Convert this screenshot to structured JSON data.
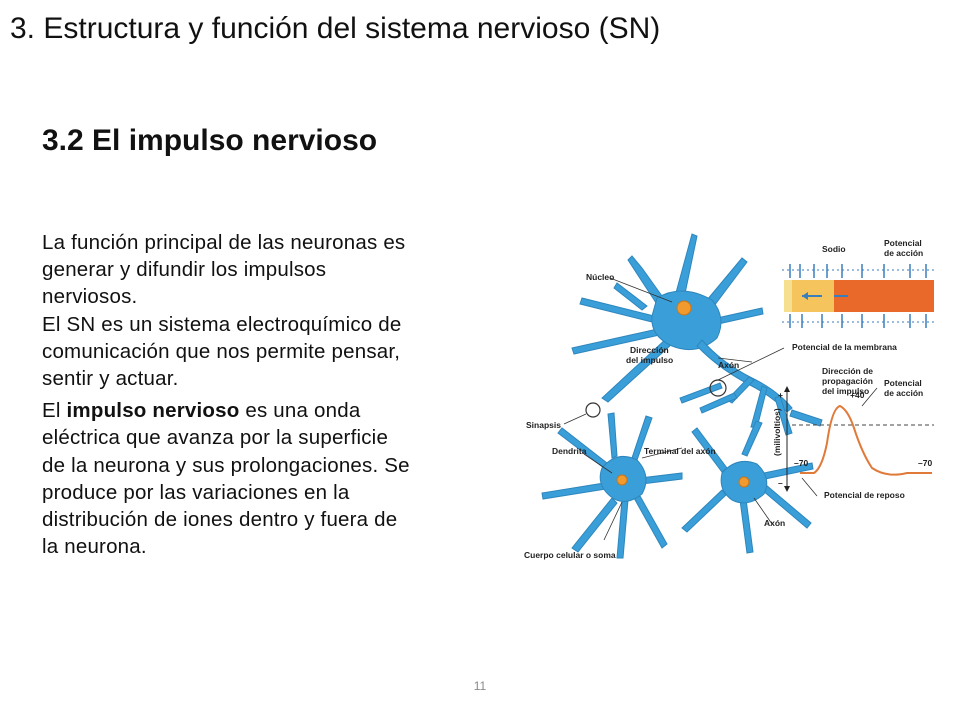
{
  "header": {
    "title": "3. Estructura y función del sistema nervioso (SN)"
  },
  "section": {
    "title": "3.2 El impulso nervioso"
  },
  "body": {
    "p1": [
      "La función principal de las neuronas es",
      "generar y difundir los impulsos",
      "nerviosos.",
      "El SN es un sistema electroquímico de",
      "comunicación que nos permite pensar,",
      "sentir y actuar."
    ],
    "p2": {
      "l1_pre": "El ",
      "l1_bold": "impulso nervioso",
      "l1_post": " es una onda",
      "lines": [
        "eléctrica que avanza por la superficie",
        "de la neurona y sus prolongaciones. Se",
        "produce por las variaciones en la",
        "distribución de iones dentro y fuera de",
        "la neurona."
      ]
    }
  },
  "figure": {
    "labels": {
      "nucleo": "Núcleo",
      "sodio": "Sodio",
      "potencial_accion_1a": "Potencial",
      "potencial_accion_1b": "de acción",
      "direccion_impulso_a": "Dirección",
      "direccion_impulso_b": "del impulso",
      "axon_1": "Axón",
      "potencial_membrana": "Potencial de la membrana",
      "direccion_propagacion_a": "Dirección de",
      "direccion_propagacion_b": "propagación",
      "direccion_propagacion_c": "del impulso",
      "potencial_accion_2a": "Potencial",
      "potencial_accion_2b": "de acción",
      "sinapsis": "Sinapsis",
      "dendrita": "Dendrita",
      "terminal_axon": "Terminal del axón",
      "axon_2": "Axón",
      "potencial_reposo": "Potencial de reposo",
      "cuerpo_celular": "Cuerpo celular o soma",
      "milivoltios": "(milivoltios)",
      "plus": "+",
      "minus": "–",
      "plus40": "+40",
      "minus70_left": "–70",
      "minus70_right": "–70"
    },
    "colors": {
      "neuron": "#3a9fd8",
      "soma_nucleus": "#f29a2e",
      "action_potential_band": "#e8692a",
      "resting_band": "#f6c45c",
      "graph_line": "#e07a3a"
    }
  },
  "page": {
    "number": "11"
  }
}
